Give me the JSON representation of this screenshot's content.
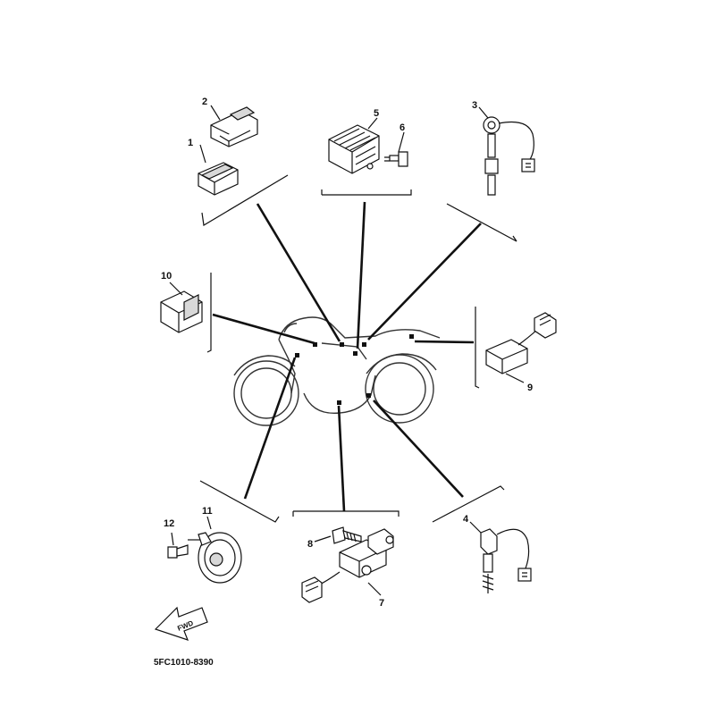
{
  "diagram": {
    "code": "5FC1010-8390",
    "fwd_label": "FWD",
    "parts": [
      {
        "number": "1"
      },
      {
        "number": "2"
      },
      {
        "number": "3"
      },
      {
        "number": "4"
      },
      {
        "number": "5"
      },
      {
        "number": "6"
      },
      {
        "number": "7"
      },
      {
        "number": "8"
      },
      {
        "number": "9"
      },
      {
        "number": "10"
      },
      {
        "number": "11"
      },
      {
        "number": "12"
      }
    ]
  }
}
